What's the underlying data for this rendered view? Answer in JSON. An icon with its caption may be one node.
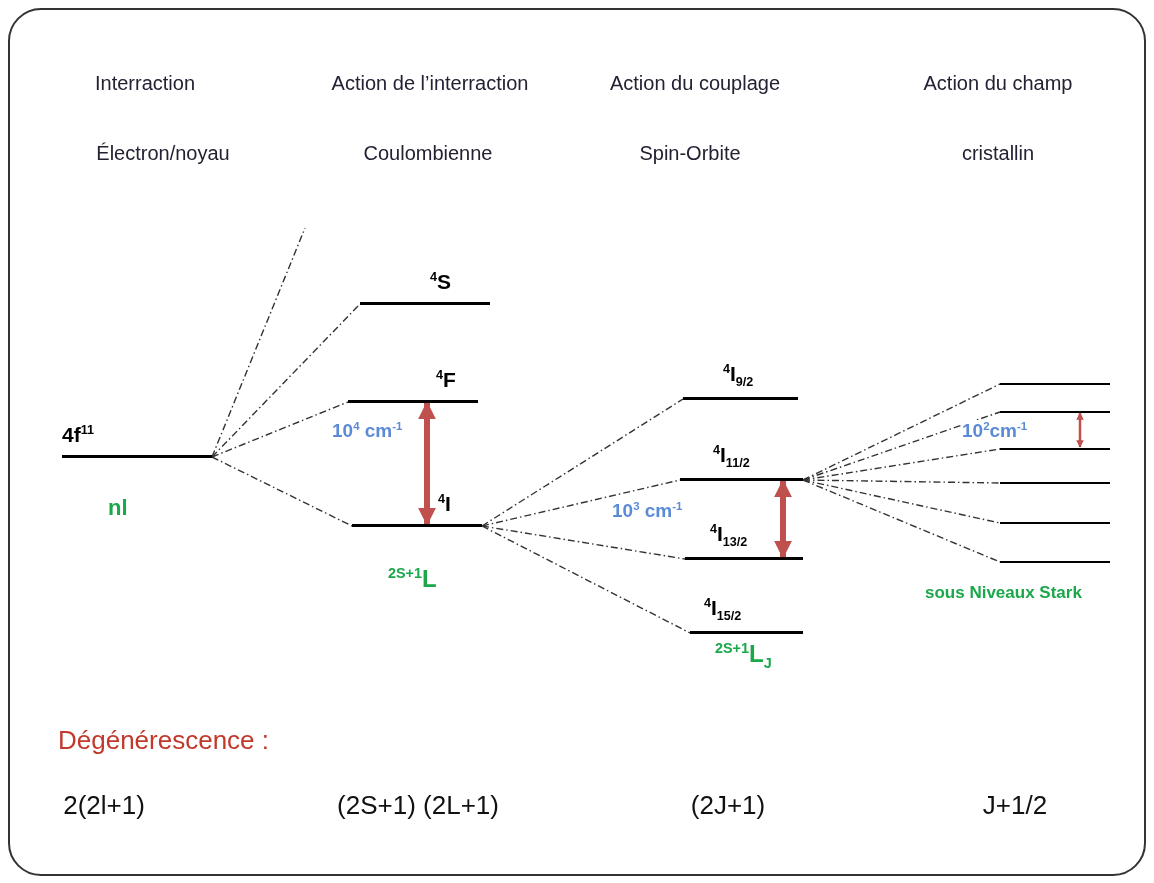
{
  "diagram": {
    "nodes": [
      {
        "text": [
          "4f$^{11}$"
        ],
        "beside": [
          "nl"
        ]
      },
      {
        "text": [
          "$^{4}$S"
        ]
      },
      {
        "text": [
          "$^{4}$F"
        ]
      },
      {
        "text": [
          "$^{4}$I"
        ],
        "beside": [
          "$^{2S+1}$L"
        ]
      },
      {
        "text": [
          "$^{4}$I$_{9/2}$"
        ]
      },
      {
        "text": [
          "$^{4}$I$_{11/2}$"
        ]
      },
      {
        "text": [
          "$^{4}$I$_{13/2}$"
        ]
      },
      {
        "text": [
          "$^{4}$I$_{15/2}$"
        ],
        "beside": [
          "$^{2S+1}$L$_{J}$"
        ]
      },
      {
        "text": [],
        "shape": "bar"
      },
      {
        "text": [],
        "shape": "bar"
      },
      {
        "text": [],
        "shape": "bar"
      },
      {
        "text": [],
        "shape": "bar"
      },
      {
        "text": [],
        "shape": "bar"
      },
      {
        "text": [],
        "shape": "bar"
      }
    ],
    "edges": [
      {
        "from": 0,
        "to": null,
        "arrow": "none",
        "style": "dashed"
      },
      {
        "from": 0,
        "to": 1,
        "arrow": "none",
        "style": "dashed"
      },
      {
        "from": 0,
        "to": 2,
        "arrow": "none",
        "style": "dashed"
      },
      {
        "from": 0,
        "to": 3,
        "arrow": "none",
        "style": "dashed"
      },
      {
        "from": 3,
        "to": 4,
        "arrow": "none",
        "style": "dashed"
      },
      {
        "from": 3,
        "to": 5,
        "arrow": "none",
        "style": "dashed"
      },
      {
        "from": 3,
        "to": 6,
        "arrow": "none",
        "style": "dashed"
      },
      {
        "from": 3,
        "to": 7,
        "arrow": "none",
        "style": "dashed"
      },
      {
        "from": 5,
        "to": 8,
        "arrow": "none",
        "style": "dashed"
      },
      {
        "from": 5,
        "to": 9,
        "arrow": "none",
        "style": "dashed"
      },
      {
        "from": 5,
        "to": 10,
        "arrow": "none",
        "style": "dashed"
      },
      {
        "from": 5,
        "to": 11,
        "arrow": "none",
        "style": "dashed"
      },
      {
        "from": 5,
        "to": 12,
        "arrow": "none",
        "style": "dashed"
      },
      {
        "from": 5,
        "to": 13,
        "arrow": "none",
        "style": "dashed"
      },
      {
        "from": 3,
        "to": 2,
        "arrow": "both",
        "style": "thick",
        "color": "#c0504d"
      },
      {
        "from": 6,
        "to": 5,
        "arrow": "both",
        "style": "thick",
        "color": "#c0504d"
      },
      {
        "from": 10,
        "to": 9,
        "arrow": "both",
        "color": "#c0504d"
      }
    ],
    "labels": [
      "Interraction",
      "Action de l’interraction",
      "Action du couplage",
      "Action du champ",
      "Électron/noyau",
      "Coulombienne",
      "Spin-Orbite",
      "cristallin",
      "10$^{4}$ cm$^{-1}$",
      "10$^{3}$ cm$^{-1}$",
      "10$^{2}$cm$^{-1}$",
      "sous Niveaux Stark",
      "Dégénérescence :",
      "2(2l+1)",
      "(2S+1) (2L+1)",
      "(2J+1)",
      "J+1/2"
    ]
  }
}
